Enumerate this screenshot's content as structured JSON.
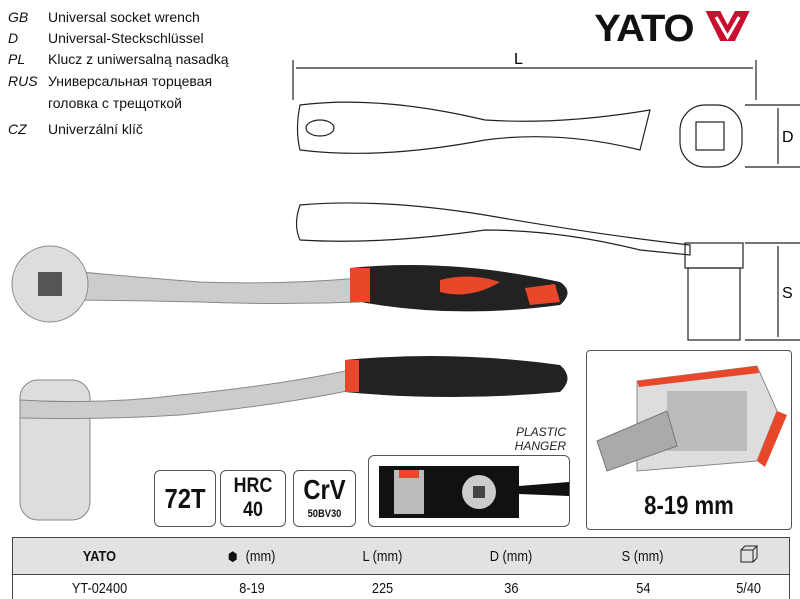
{
  "languages": [
    {
      "code": "GB",
      "text": "Universal socket wrench"
    },
    {
      "code": "D",
      "text": "Universal-Steckschlüssel"
    },
    {
      "code": "PL",
      "text": "Klucz z uniwersalną nasadką"
    },
    {
      "code": "RUS",
      "text": "Универсальная торцевая"
    },
    {
      "code": "",
      "text": "головка с трещоткой"
    },
    {
      "code": "CZ",
      "text": "Univerzální klíč"
    }
  ],
  "brand": "YATO",
  "drawing": {
    "L": "L",
    "D": "D",
    "S": "S"
  },
  "badges": {
    "teeth": "72T",
    "hrc": "HRC",
    "hrc_value": "40",
    "material": "CrV",
    "material_grade": "50BV30"
  },
  "hanger_label": "PLASTIC HANGER",
  "size_range": "8-19 mm",
  "table": {
    "headers": [
      "YATO",
      "(mm)",
      "L (mm)",
      "D (mm)",
      "S (mm)",
      ""
    ],
    "row": [
      "YT-02400",
      "8-19",
      "225",
      "36",
      "54",
      "5/40"
    ]
  },
  "colors": {
    "accent": "#e8472a",
    "handle": "#222222"
  }
}
